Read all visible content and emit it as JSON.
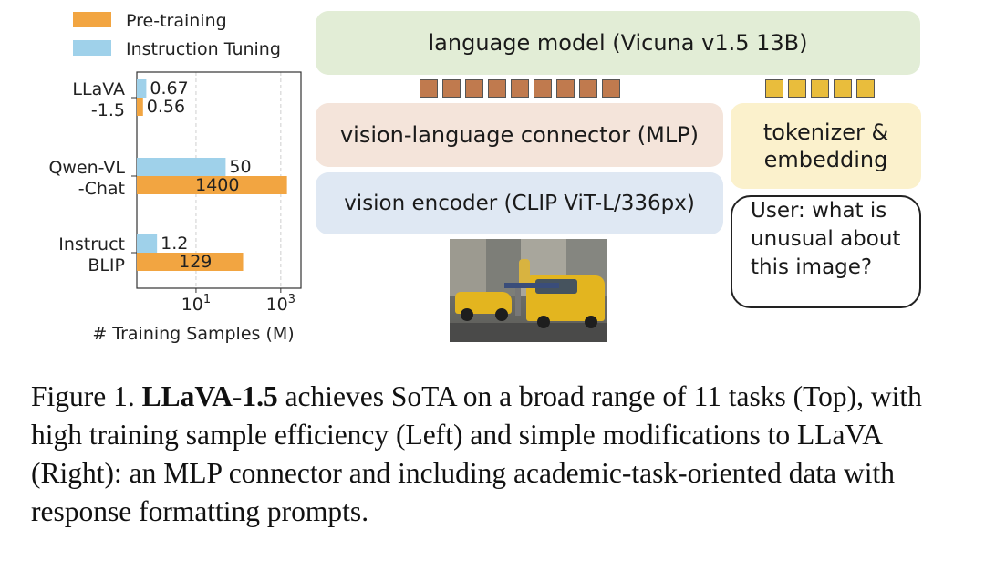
{
  "chart_data": {
    "type": "bar",
    "orientation": "horizontal",
    "xscale": "log",
    "xlim": [
      0.4,
      3000
    ],
    "xticks": [
      "10^1",
      "10^3"
    ],
    "xlabel": "# Training Samples (M)",
    "categories": [
      [
        "LLaVA",
        "-1.5"
      ],
      [
        "Qwen-VL",
        "-Chat"
      ],
      [
        "Instruct",
        "BLIP"
      ]
    ],
    "series": [
      {
        "name": "Pre-training",
        "color": "#f2a541",
        "values": [
          0.56,
          1400,
          129
        ],
        "labels": [
          "0.56",
          "1400",
          "129"
        ]
      },
      {
        "name": "Instruction Tuning",
        "color": "#9fd1ea",
        "values": [
          0.67,
          50,
          1.2
        ],
        "labels": [
          "0.67",
          "50",
          "1.2"
        ]
      }
    ],
    "legend": "top",
    "grid": "vertical dashed"
  },
  "diagram": {
    "language_model": "language model (Vicuna v1.5 13B)",
    "connector": "vision-language connector (MLP)",
    "vision_encoder": "vision encoder (CLIP ViT-L/336px)",
    "tokenizer_line1": "tokenizer &",
    "tokenizer_line2": "embedding",
    "user_line1": "User: what is",
    "user_line2": "unusual about",
    "user_line3": "this image?",
    "brown_tokens": 9,
    "gold_tokens": 5,
    "photo_icon": "photo-taxi-ironing-man"
  },
  "caption": {
    "prefix": "Figure 1. ",
    "bold": "LLaVA-1.5",
    "rest": " achieves SoTA on a broad range of 11 tasks (Top), with high training sample efficiency (Left) and simple modifications to LLaVA (Right): an MLP connector and including academic-task-oriented data with response formatting prompts."
  }
}
